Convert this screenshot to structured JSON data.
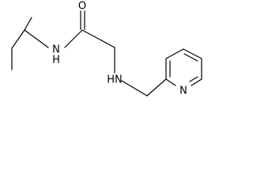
{
  "molecule": {
    "atoms": {
      "amide_oxygen": "O",
      "amide_nitrogen": "N",
      "amide_nitrogen_h": "H",
      "amine": "HN",
      "pyridine_nitrogen": "N"
    },
    "colors": {
      "bond": "#000000",
      "text": "#000000",
      "background": "#ffffff"
    }
  }
}
